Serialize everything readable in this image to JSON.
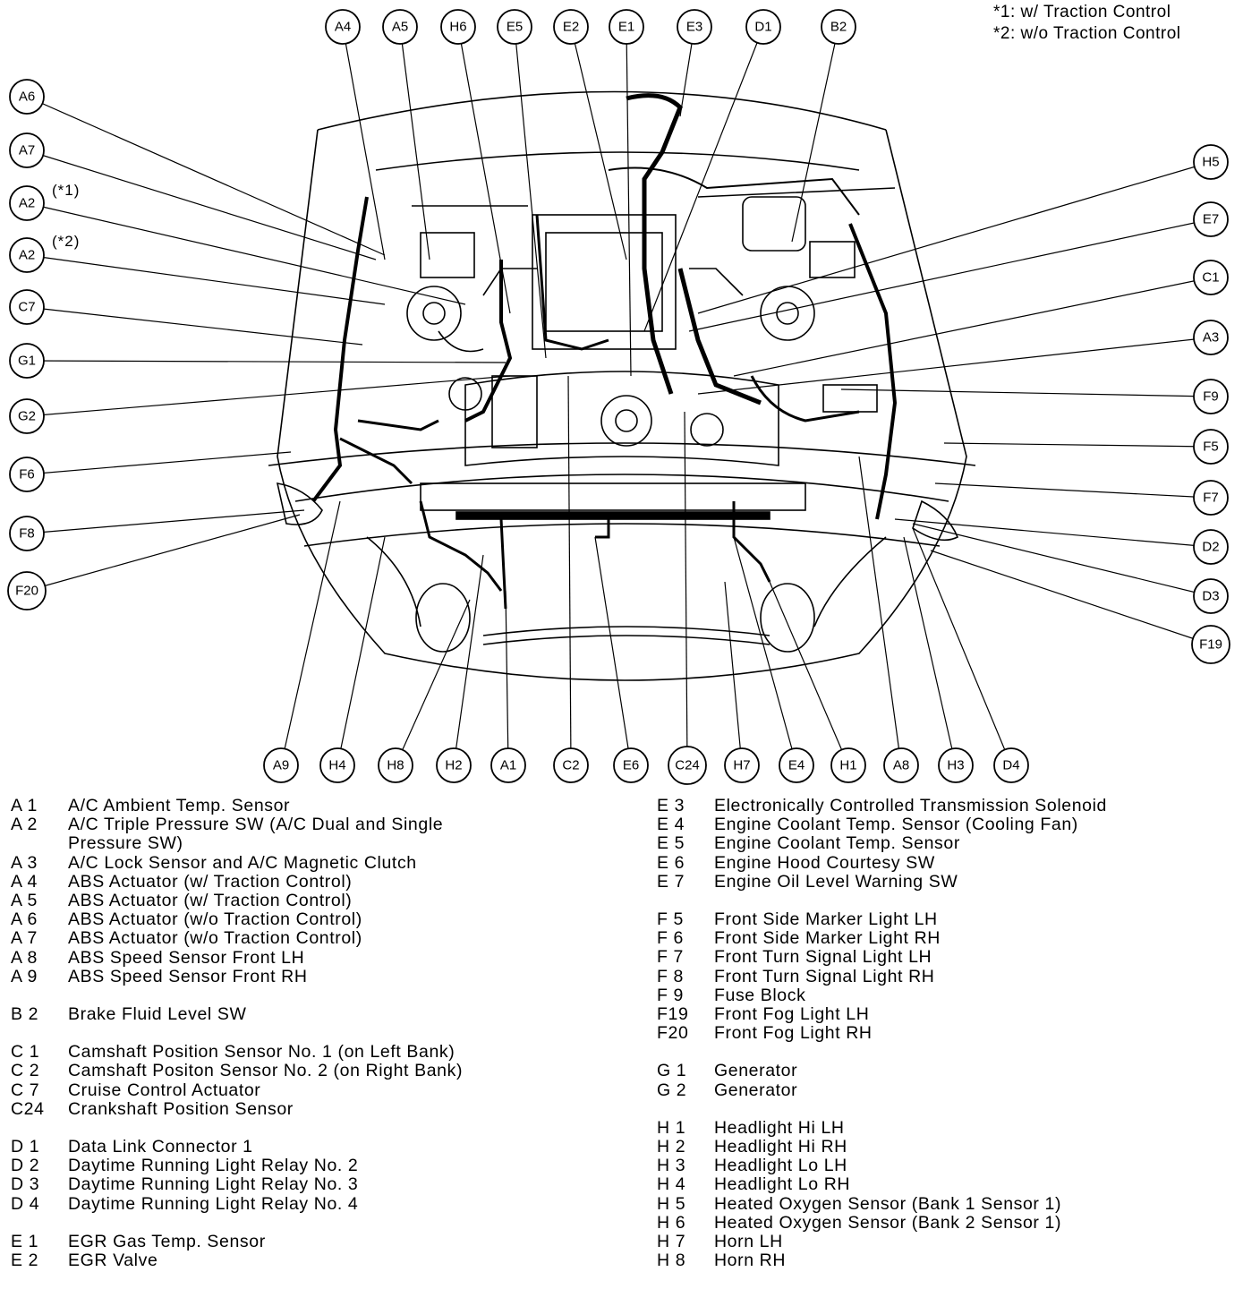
{
  "notes": [
    "*1: w/ Traction Control",
    "*2: w/o Traction Control"
  ],
  "star_marks": [
    "(*1)",
    "(*2)"
  ],
  "callouts": {
    "A4": "A4",
    "A5": "A5",
    "H6": "H6",
    "E5": "E5",
    "E2": "E2",
    "E1": "E1",
    "E3": "E3",
    "D1": "D1",
    "B2": "B2",
    "A6": "A6",
    "A7": "A7",
    "A2a": "A2",
    "A2b": "A2",
    "C7": "C7",
    "G1": "G1",
    "G2": "G2",
    "F6": "F6",
    "F8": "F8",
    "F20": "F20",
    "H5": "H5",
    "E7": "E7",
    "C1": "C1",
    "A3": "A3",
    "F9": "F9",
    "F5": "F5",
    "F7": "F7",
    "D2": "D2",
    "D3": "D3",
    "F19": "F19",
    "A9": "A9",
    "H4": "H4",
    "H8": "H8",
    "H2": "H2",
    "A1": "A1",
    "C2": "C2",
    "E6": "E6",
    "C24": "C24",
    "H7": "H7",
    "E4": "E4",
    "H1": "H1",
    "A8": "A8",
    "H3": "H3",
    "D4": "D4"
  },
  "legend_left": [
    [
      [
        "A 1",
        "A/C Ambient Temp. Sensor"
      ],
      [
        "A 2",
        "A/C Triple Pressure SW (A/C Dual and Single"
      ],
      [
        "",
        "Pressure SW)"
      ],
      [
        "A 3",
        "A/C Lock Sensor and A/C Magnetic Clutch"
      ],
      [
        "A 4",
        "ABS Actuator (w/ Traction Control)"
      ],
      [
        "A 5",
        "ABS Actuator (w/ Traction Control)"
      ],
      [
        "A 6",
        "ABS Actuator (w/o Traction Control)"
      ],
      [
        "A 7",
        "ABS Actuator (w/o Traction Control)"
      ],
      [
        "A 8",
        "ABS Speed Sensor Front LH"
      ],
      [
        "A 9",
        "ABS Speed Sensor Front RH"
      ]
    ],
    [
      [
        "B 2",
        "Brake Fluid Level SW"
      ]
    ],
    [
      [
        "C 1",
        "Camshaft Position Sensor No. 1 (on Left Bank)"
      ],
      [
        "C 2",
        "Camshaft Positon Sensor No. 2 (on Right Bank)"
      ],
      [
        "C 7",
        "Cruise Control Actuator"
      ],
      [
        "C24",
        "Crankshaft Position Sensor"
      ]
    ],
    [
      [
        "D 1",
        "Data Link Connector 1"
      ],
      [
        "D 2",
        "Daytime Running Light Relay No. 2"
      ],
      [
        "D 3",
        "Daytime Running Light Relay No. 3"
      ],
      [
        "D 4",
        "Daytime Running Light Relay No. 4"
      ]
    ],
    [
      [
        "E 1",
        "EGR Gas Temp. Sensor"
      ],
      [
        "E 2",
        "EGR Valve"
      ]
    ]
  ],
  "legend_right": [
    [
      [
        "E 3",
        "Electronically Controlled Transmission Solenoid"
      ],
      [
        "E 4",
        "Engine Coolant Temp. Sensor (Cooling Fan)"
      ],
      [
        "E 5",
        "Engine Coolant Temp. Sensor"
      ],
      [
        "E 6",
        "Engine Hood Courtesy SW"
      ],
      [
        "E 7",
        "Engine Oil Level Warning SW"
      ]
    ],
    [
      [
        "F 5",
        "Front Side Marker Light LH"
      ],
      [
        "F 6",
        "Front Side Marker Light RH"
      ],
      [
        "F 7",
        "Front Turn Signal Light LH"
      ],
      [
        "F 8",
        "Front Turn Signal Light RH"
      ],
      [
        "F 9",
        "Fuse Block"
      ],
      [
        "F19",
        "Front Fog Light LH"
      ],
      [
        "F20",
        "Front Fog Light RH"
      ]
    ],
    [
      [
        "G 1",
        "Generator"
      ],
      [
        "G 2",
        "Generator"
      ]
    ],
    [
      [
        "H 1",
        "Headlight Hi LH"
      ],
      [
        "H 2",
        "Headlight Hi RH"
      ],
      [
        "H 3",
        "Headlight Lo LH"
      ],
      [
        "H 4",
        "Headlight Lo RH"
      ],
      [
        "H 5",
        "Heated Oxygen Sensor (Bank 1 Sensor 1)"
      ],
      [
        "H 6",
        "Heated Oxygen Sensor (Bank 2 Sensor 1)"
      ],
      [
        "H 7",
        "Horn LH"
      ],
      [
        "H 8",
        "Horn RH"
      ]
    ]
  ]
}
